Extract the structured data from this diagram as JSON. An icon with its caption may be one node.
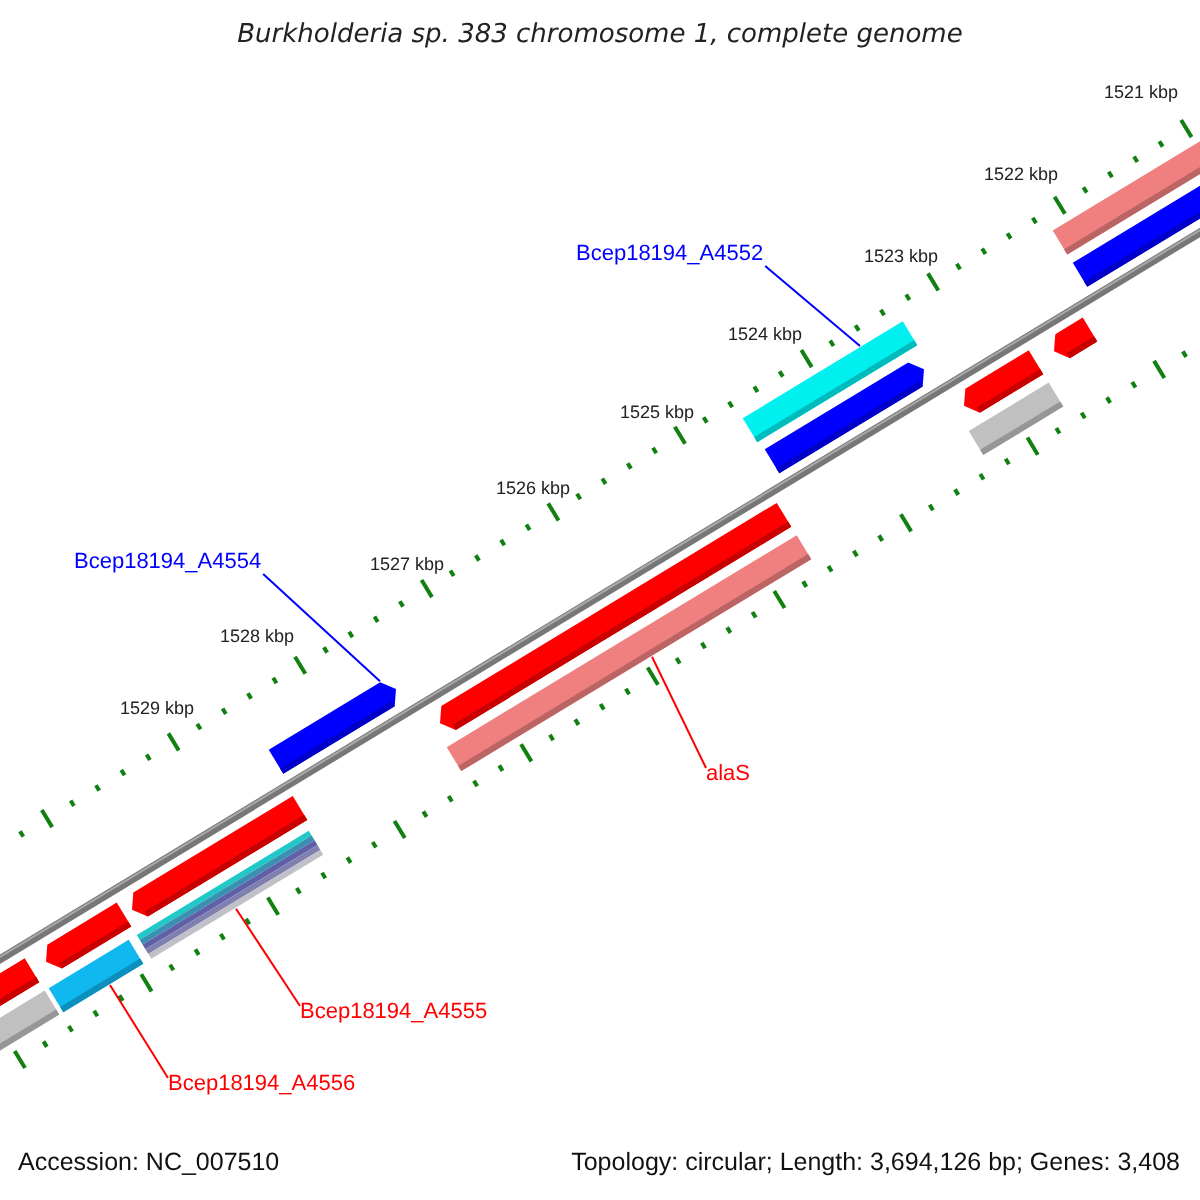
{
  "diagram": {
    "title": "Burkholderia sp. 383 chromosome 1, complete genome",
    "nodes": [
      {
        "text": [
          "Bcep18194_A4552"
        ]
      },
      {
        "text": [],
        "shape": "bar"
      },
      {
        "text": [
          "Bcep18194_A4554"
        ]
      },
      {
        "text": [],
        "shape": "bar"
      },
      {
        "text": [
          "alaS"
        ]
      },
      {
        "text": [],
        "shape": "bar"
      },
      {
        "text": [
          "Bcep18194_A4555"
        ]
      },
      {
        "text": [],
        "shape": "bar"
      },
      {
        "text": [
          "Bcep18194_A4556"
        ]
      },
      {
        "text": [],
        "shape": "bar"
      }
    ],
    "edges": [
      {
        "from": 0,
        "to": 1,
        "arrow": "none",
        "color": "#0000ff"
      },
      {
        "from": 2,
        "to": 3,
        "arrow": "none",
        "color": "#0000ff"
      },
      {
        "from": 4,
        "to": 5,
        "arrow": "none",
        "color": "#ff0000"
      },
      {
        "from": 6,
        "to": 7,
        "arrow": "none",
        "color": "#ff0000"
      },
      {
        "from": 8,
        "to": 9,
        "arrow": "none",
        "color": "#ff0000"
      }
    ],
    "labels": [
      "1521 kbp",
      "1522 kbp",
      "1523 kbp",
      "1524 kbp",
      "1525 kbp",
      "1526 kbp",
      "1527 kbp",
      "1528 kbp",
      "1529 kbp",
      "Accession: NC_007510",
      "Topology: circular; Length: 3,694,126 bp; Genes: 3,408"
    ]
  }
}
